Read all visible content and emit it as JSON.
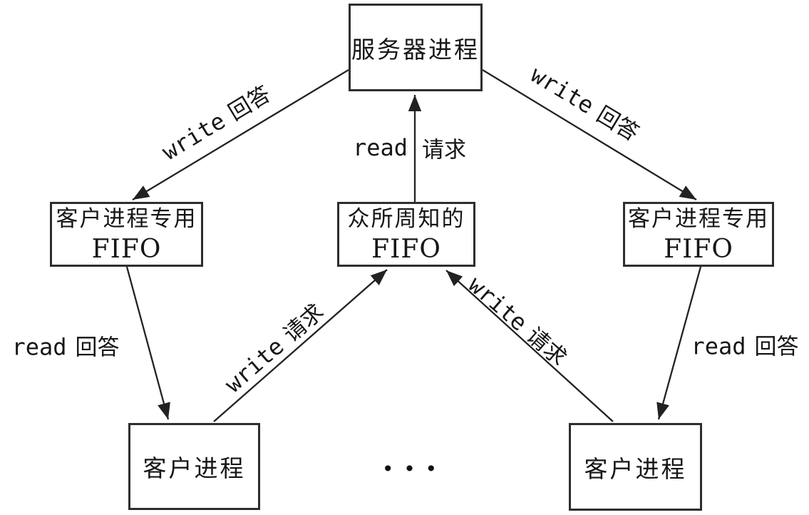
{
  "diagram": {
    "title_context": "server-client communication via FIFOs",
    "colors": {
      "background": "#ffffff",
      "line": "#222222",
      "border": "#2e2e2e",
      "text": "#161616"
    },
    "nodes": {
      "server": {
        "label": "服务器进程"
      },
      "fifo_left": {
        "line1": "客户进程专用",
        "line2": "FIFO"
      },
      "fifo_center": {
        "line1": "众所周知的",
        "line2": "FIFO"
      },
      "fifo_right": {
        "line1": "客户进程专用",
        "line2": "FIFO"
      },
      "client_left": {
        "label": "客户进程"
      },
      "client_right": {
        "label": "客户进程"
      },
      "ellipsis": {
        "label": "···"
      }
    },
    "edge_labels": {
      "write_reply_left": {
        "en": "write",
        "zh": "回答"
      },
      "write_reply_right": {
        "en": "write",
        "zh": "回答"
      },
      "read_request": {
        "en": "read",
        "zh": "请求"
      },
      "read_reply_left": {
        "en": "read",
        "zh": "回答"
      },
      "read_reply_right": {
        "en": "read",
        "zh": "回答"
      },
      "write_request_left": {
        "en": "write",
        "zh": "请求"
      },
      "write_request_right": {
        "en": "write",
        "zh": "请求"
      }
    },
    "edges": [
      {
        "from": "服务器进程",
        "to": "客户进程专用 FIFO (左)",
        "label": "write 回答"
      },
      {
        "from": "服务器进程",
        "to": "客户进程专用 FIFO (右)",
        "label": "write 回答"
      },
      {
        "from": "众所周知的 FIFO",
        "to": "服务器进程",
        "label": "read 请求"
      },
      {
        "from": "客户进程专用 FIFO (左)",
        "to": "客户进程 (左)",
        "label": "read 回答"
      },
      {
        "from": "客户进程专用 FIFO (右)",
        "to": "客户进程 (右)",
        "label": "read 回答"
      },
      {
        "from": "客户进程 (左)",
        "to": "众所周知的 FIFO",
        "label": "write 请求"
      },
      {
        "from": "客户进程 (右)",
        "to": "众所周知的 FIFO",
        "label": "write 请求"
      }
    ]
  }
}
